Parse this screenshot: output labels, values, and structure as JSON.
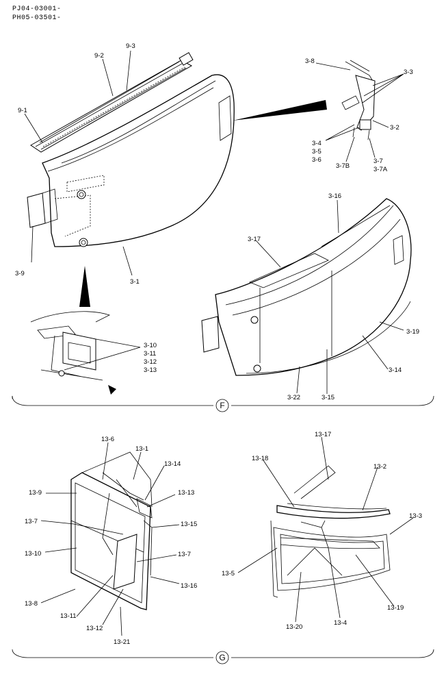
{
  "header": {
    "line1": "PJ04-03001-",
    "line2": "PH05-03501-"
  },
  "sections": [
    {
      "id": "F"
    },
    {
      "id": "G"
    }
  ],
  "labels_f": {
    "l9_1": "9-1",
    "l9_2": "9-2",
    "l9_3": "9-3",
    "l3_9": "3-9",
    "l3_1": "3-1",
    "l3_8": "3-8",
    "l3_3": "3-3",
    "l3_2": "3-2",
    "l3_4": "3-4",
    "l3_5": "3-5",
    "l3_6": "3-6",
    "l3_7b": "3-7B",
    "l3_7": "3-7",
    "l3_7a": "3-7A",
    "l3_16": "3-16",
    "l3_17": "3-17",
    "l3_19": "3-19",
    "l3_14": "3-14",
    "l3_15": "3-15",
    "l3_22": "3-22",
    "l3_10": "3-10",
    "l3_11": "3-11",
    "l3_12": "3-12",
    "l3_13": "3-13"
  },
  "labels_g": {
    "l13_6": "13-6",
    "l13_1": "13-1",
    "l13_14": "13-14",
    "l13_9": "13-9",
    "l13_13": "13-13",
    "l13_7a": "13-7",
    "l13_15": "13-15",
    "l13_10": "13-10",
    "l13_7b": "13-7",
    "l13_16": "13-16",
    "l13_8": "13-8",
    "l13_11": "13-11",
    "l13_12": "13-12",
    "l13_21": "13-21",
    "l13_17": "13-17",
    "l13_18": "13-18",
    "l13_2": "13-2",
    "l13_3": "13-3",
    "l13_5": "13-5",
    "l13_19": "13-19",
    "l13_20": "13-20",
    "l13_4": "13-4"
  }
}
